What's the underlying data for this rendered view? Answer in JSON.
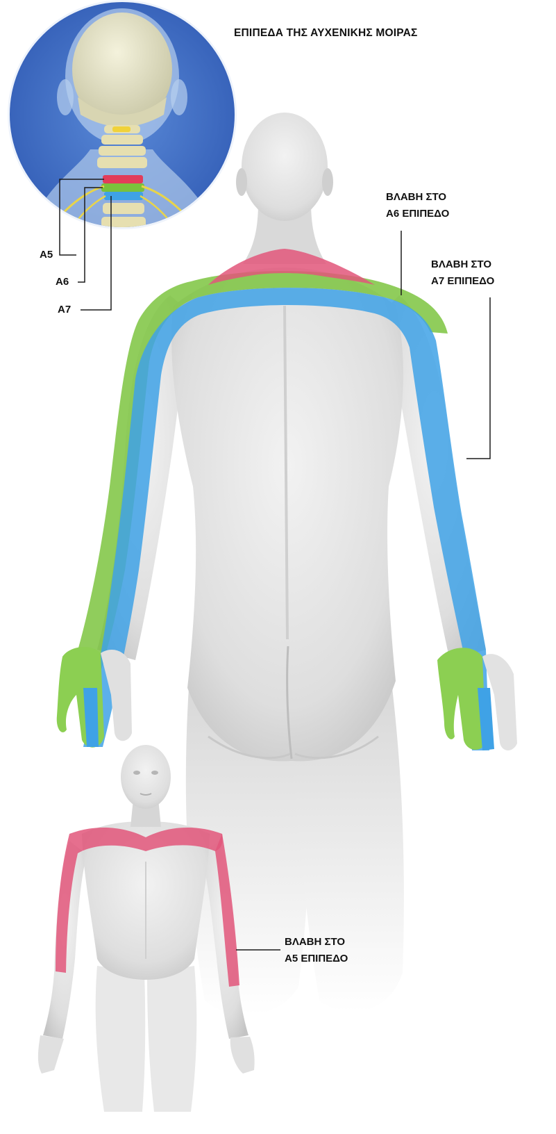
{
  "title": "ΕΠΙΠΕΔΑ ΤΗΣ ΑΥΧΕΝΙΚΗΣ ΜΟΙΡΑΣ",
  "levels": [
    {
      "label": "A5",
      "color": "#d94a6e"
    },
    {
      "label": "A6",
      "color": "#7cc440"
    },
    {
      "label": "A7",
      "color": "#3fa2e6"
    }
  ],
  "callouts": {
    "a6": {
      "line1": "ΒΛΑΒΗ ΣΤΟ",
      "line2": "A6 ΕΠΙΠΕΔΟ"
    },
    "a7": {
      "line1": "ΒΛΑΒΗ ΣΤΟ",
      "line2": "A7 ΕΠΙΠΕΔΟ"
    },
    "a5": {
      "line1": "ΒΛΑΒΗ ΣΤΟ",
      "line2": "A5 ΕΠΙΠΕΔΟ"
    }
  },
  "colors": {
    "inset_background": "#3f6fc6",
    "skin": "#e4e4e4",
    "skin_shadow": "#c8c8c8"
  }
}
